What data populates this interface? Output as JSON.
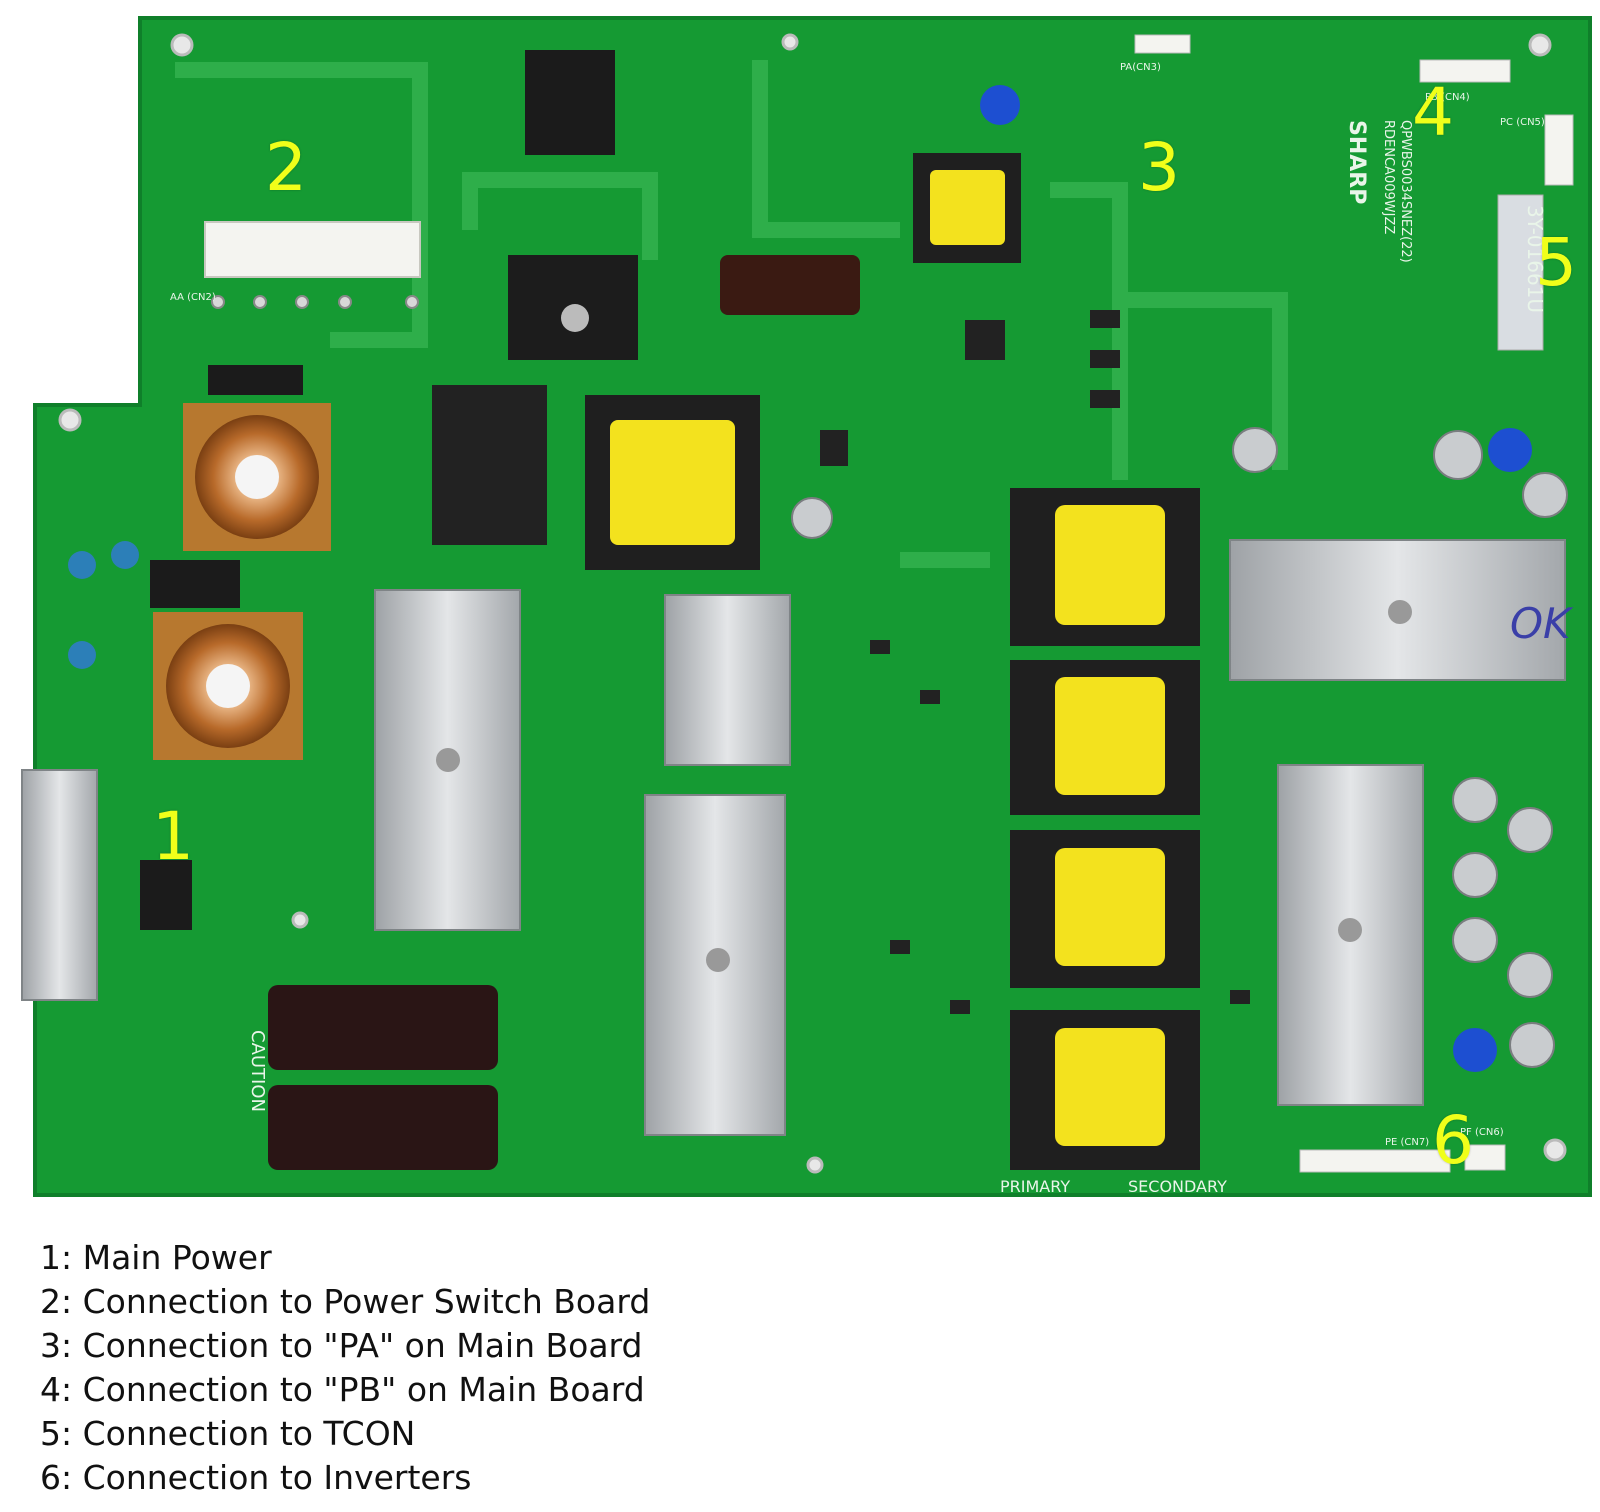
{
  "colors": {
    "board": "#159a33",
    "board_edge": "#0f7f2a",
    "trace": "#35b350",
    "callout": "#f0ff1a",
    "coil_yellow": "#f3e21e",
    "heatsink": "#c8cacc",
    "capacitor_blue": "#1d4fd1"
  },
  "callouts": {
    "c1": "1",
    "c2": "2",
    "c3": "3",
    "c4": "4",
    "c5": "5",
    "c6": "6"
  },
  "board_print": {
    "primary": "PRIMARY",
    "secondary": "SECONDARY",
    "brand": "SHARP",
    "part_sticker": "3Y-01661U",
    "model_line1": "RDENCA009WJZZ",
    "model_line2": "QPWBS0034SNEZ(22)",
    "cn2": "AA (CN2)",
    "cn3": "PA(CN3)",
    "cn4": "PB (CN4)",
    "cn5": "PC (CN5)",
    "cn6": "PF (CN6)",
    "cn7": "PE (CN7)",
    "caution": "CAUTION",
    "marker": "OK"
  },
  "legend": [
    "1: Main Power",
    "2: Connection to Power Switch Board",
    "3: Connection to \"PA\" on Main Board",
    "4: Connection to \"PB\" on Main Board",
    "5: Connection to TCON",
    "6: Connection to Inverters"
  ]
}
